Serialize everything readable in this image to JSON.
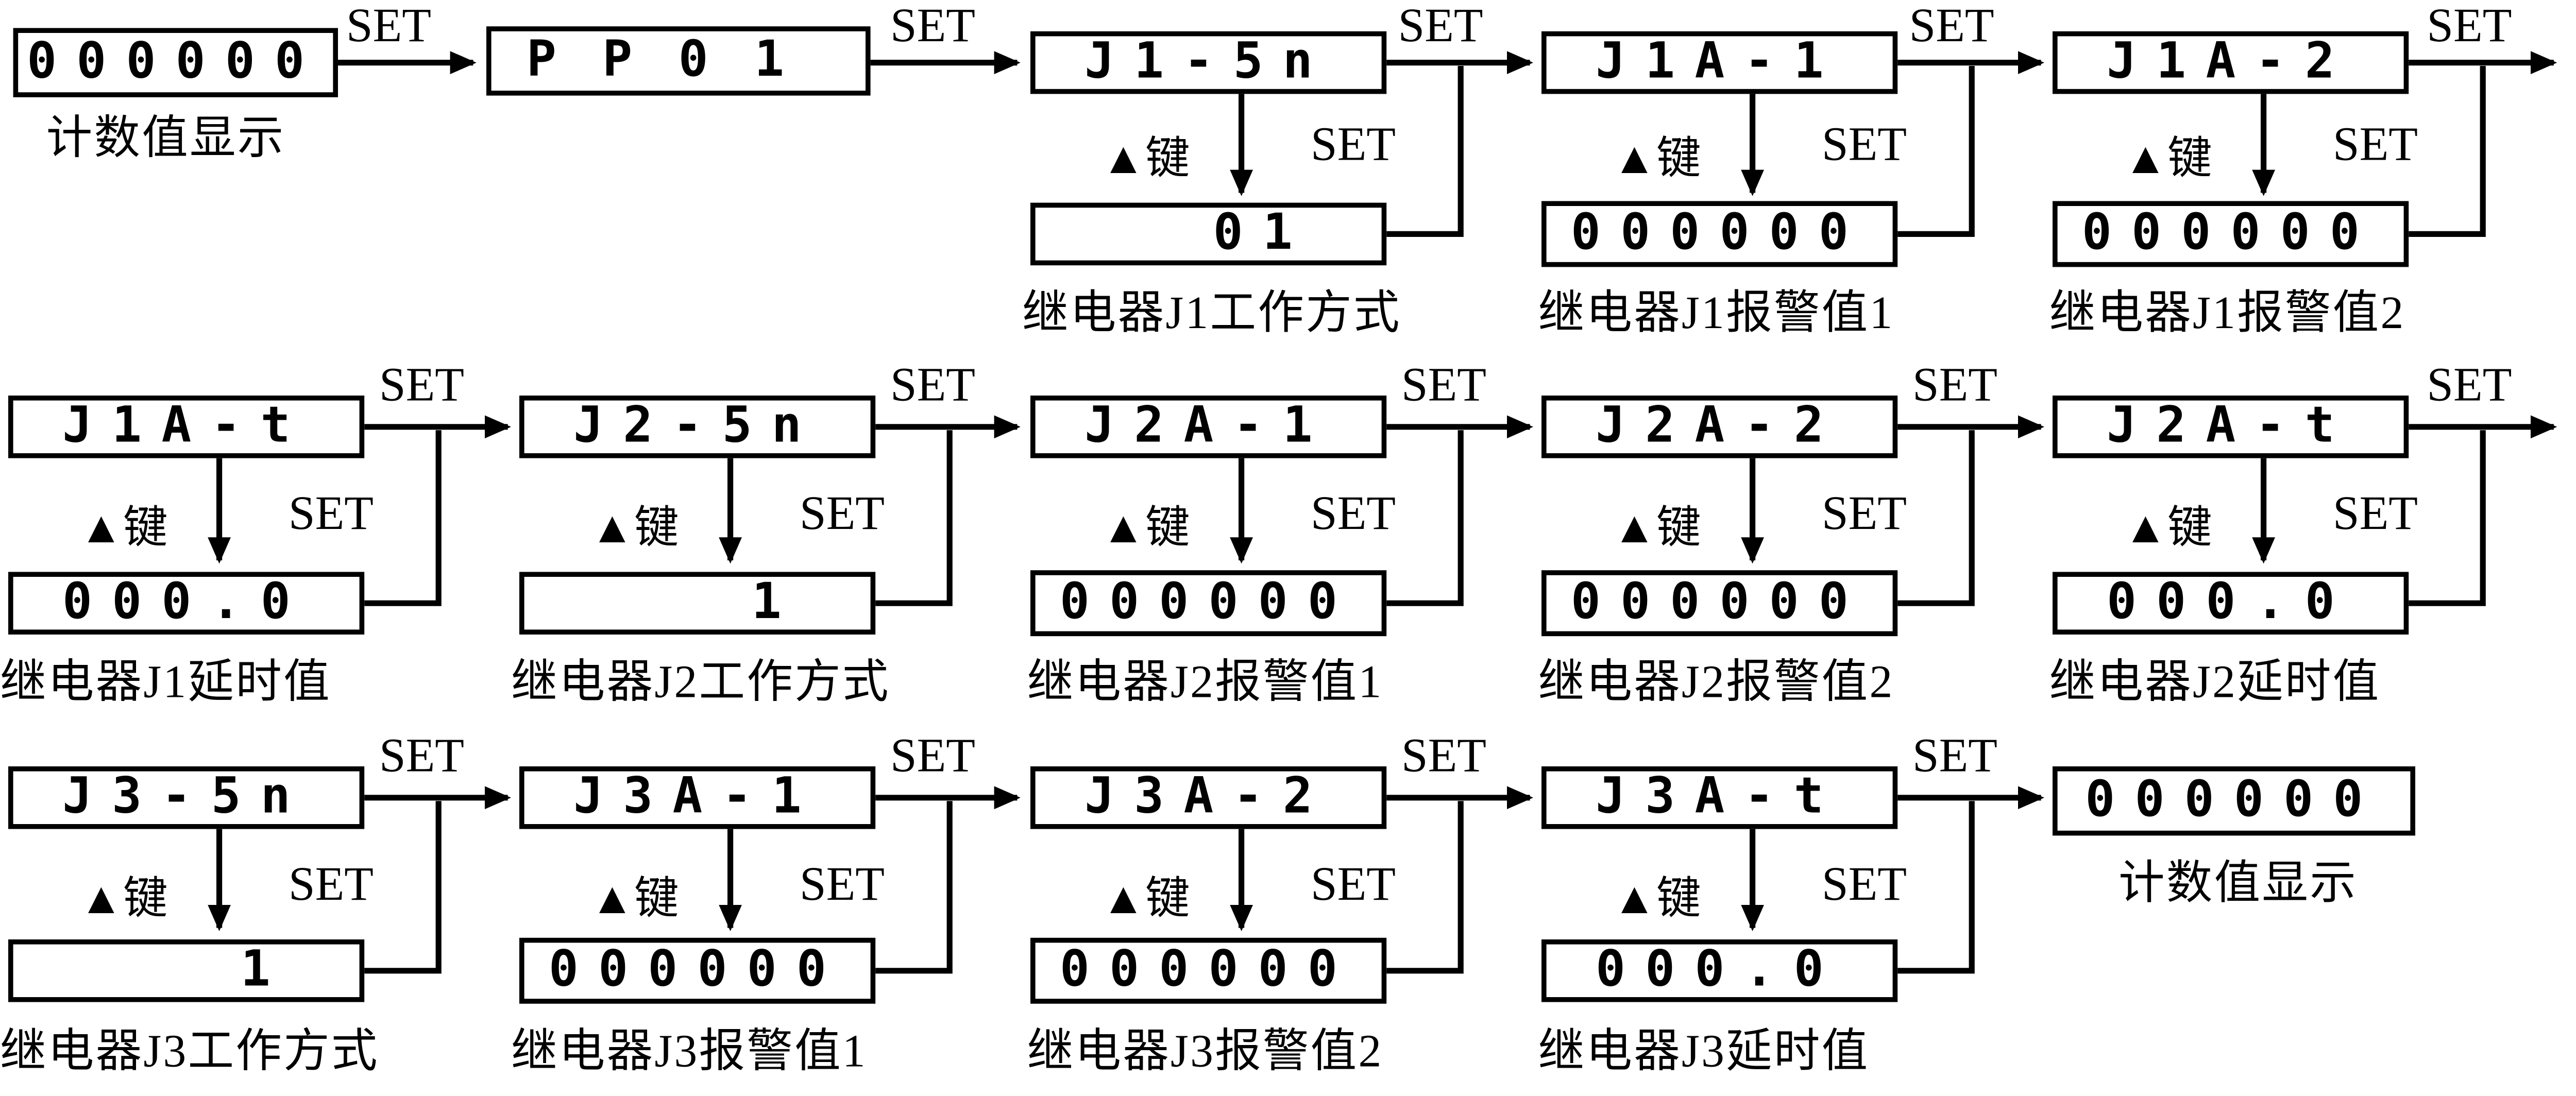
{
  "labels": {
    "set": "SET",
    "up_key": "▲键"
  },
  "nodes": {
    "start": {
      "display": "000000",
      "caption": "计数值显示"
    },
    "pp01": {
      "display": "PP01"
    },
    "j1sn": {
      "display": "J1-5n",
      "value": "01",
      "caption": "继电器J1工作方式"
    },
    "j1a1": {
      "display": "J1A-1",
      "value": "000000",
      "caption": "继电器J1报警值1"
    },
    "j1a2": {
      "display": "J1A-2",
      "value": "000000",
      "caption": "继电器J1报警值2"
    },
    "j1at": {
      "display": "J1A-t",
      "value": "000.0",
      "caption": "继电器J1延时值"
    },
    "j2sn": {
      "display": "J2-5n",
      "value": "1",
      "caption": "继电器J2工作方式"
    },
    "j2a1": {
      "display": "J2A-1",
      "value": "000000",
      "caption": "继电器J2报警值1"
    },
    "j2a2": {
      "display": "J2A-2",
      "value": "000000",
      "caption": "继电器J2报警值2"
    },
    "j2at": {
      "display": "J2A-t",
      "value": "000.0",
      "caption": "继电器J2延时值"
    },
    "j3sn": {
      "display": "J3-5n",
      "value": "1",
      "caption": "继电器J3工作方式"
    },
    "j3a1": {
      "display": "J3A-1",
      "value": "000000",
      "caption": "继电器J3报警值1"
    },
    "j3a2": {
      "display": "J3A-2",
      "value": "000000",
      "caption": "继电器J3报警值2"
    },
    "j3at": {
      "display": "J3A-t",
      "value": "000.0",
      "caption": "继电器J3延时值"
    },
    "end": {
      "display": "000000",
      "caption": "计数值显示"
    }
  }
}
